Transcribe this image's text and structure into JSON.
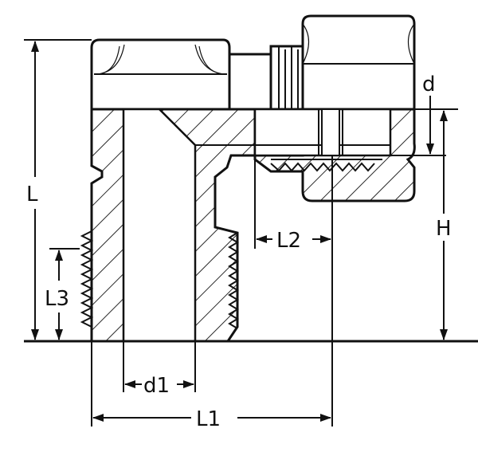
{
  "labels": {
    "L": "L",
    "L1": "L1",
    "L2": "L2",
    "L3": "L3",
    "H": "H",
    "d": "d",
    "d1": "d1"
  },
  "colors": {
    "line": "#111111",
    "background": "#ffffff"
  }
}
